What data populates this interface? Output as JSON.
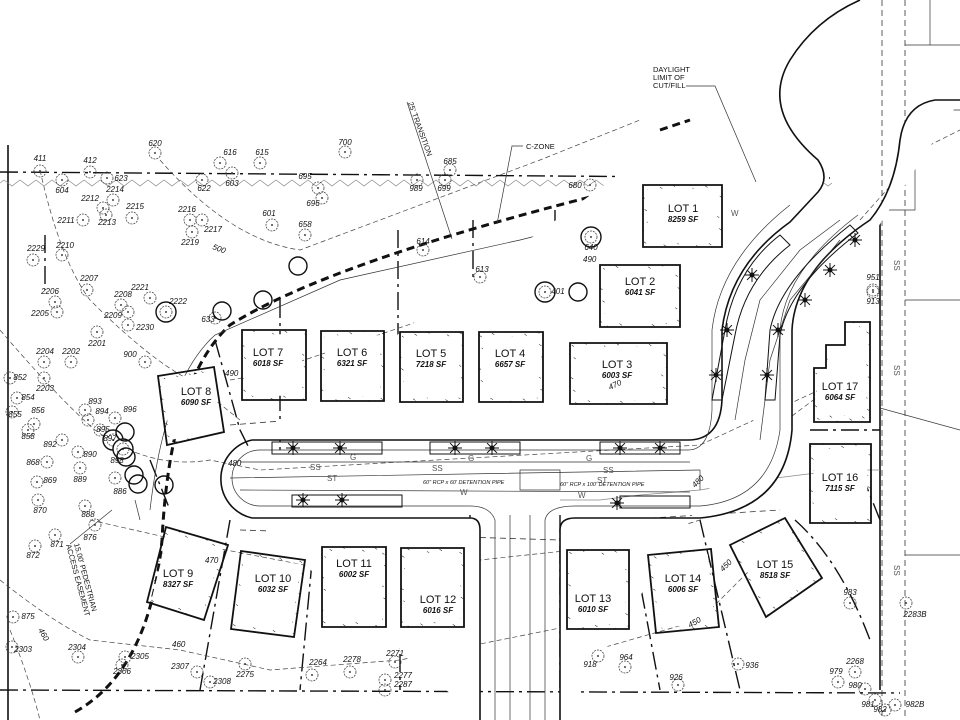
{
  "title": "Subdivision Site Plan",
  "lots": [
    {
      "name": "LOT 1",
      "area": "8259 SF"
    },
    {
      "name": "LOT 2",
      "area": "6041 SF"
    },
    {
      "name": "LOT 3",
      "area": "6003 SF"
    },
    {
      "name": "LOT 4",
      "area": "6657 SF"
    },
    {
      "name": "LOT 5",
      "area": "7218 SF"
    },
    {
      "name": "LOT 6",
      "area": "6321 SF"
    },
    {
      "name": "LOT 7",
      "area": "6018 SF"
    },
    {
      "name": "LOT 8",
      "area": "6090 SF"
    },
    {
      "name": "LOT 9",
      "area": "8327 SF"
    },
    {
      "name": "LOT 10",
      "area": "6032 SF"
    },
    {
      "name": "LOT 11",
      "area": "6002 SF"
    },
    {
      "name": "LOT 12",
      "area": "6016 SF"
    },
    {
      "name": "LOT 13",
      "area": "6010 SF"
    },
    {
      "name": "LOT 14",
      "area": "6006 SF"
    },
    {
      "name": "LOT 15",
      "area": "8518 SF"
    },
    {
      "name": "LOT 16",
      "area": "7115 SF"
    },
    {
      "name": "LOT 17",
      "area": "6064 SF"
    }
  ],
  "annotations": {
    "daylight_1": "DAYLIGHT",
    "daylight_2": "LIMIT OF",
    "daylight_3": "CUT/FILL",
    "czone": "C-ZONE",
    "transition": "25' TRANSITION",
    "easement_1": "15.00' PEDESTRIAN",
    "easement_2": "ACCESS EASEMENT",
    "pipe_1": "60\" RCP x 60' DETENTION PIPE",
    "pipe_2": "60\" RCP x 100' DETENTION PIPE"
  },
  "contours": [
    "500",
    "490",
    "490",
    "480",
    "470",
    "470",
    "460",
    "460",
    "450",
    "450",
    "480"
  ],
  "utilities": [
    "SS",
    "SS",
    "SS",
    "ST",
    "ST",
    "G",
    "G",
    "G",
    "W",
    "W",
    "W",
    "SS",
    "SS",
    "SS"
  ],
  "trees": [
    "411",
    "412",
    "623",
    "604",
    "2214",
    "2212",
    "2213",
    "2215",
    "2211",
    "620",
    "616",
    "615",
    "603",
    "622",
    "2216",
    "2217",
    "2219",
    "601",
    "658",
    "695",
    "696",
    "700",
    "685",
    "989",
    "699",
    "680",
    "2229",
    "2210",
    "2207",
    "2206",
    "2205",
    "2208",
    "2221",
    "2222",
    "2209",
    "2230",
    "2201",
    "2204",
    "2202",
    "900",
    "852",
    "2203",
    "854",
    "893",
    "894",
    "896",
    "855",
    "856",
    "858",
    "895",
    "892",
    "890",
    "897",
    "868",
    "898",
    "869",
    "889",
    "886",
    "870",
    "888",
    "876",
    "871",
    "872",
    "875",
    "2303",
    "2304",
    "2305",
    "2306",
    "2307",
    "2308",
    "2275",
    "2264",
    "2278",
    "2271",
    "2277",
    "2287",
    "918",
    "964",
    "926",
    "936",
    "983",
    "2283B",
    "979",
    "2268",
    "980",
    "981",
    "982",
    "982B",
    "951",
    "913",
    "614",
    "613",
    "640",
    "401",
    "633"
  ]
}
